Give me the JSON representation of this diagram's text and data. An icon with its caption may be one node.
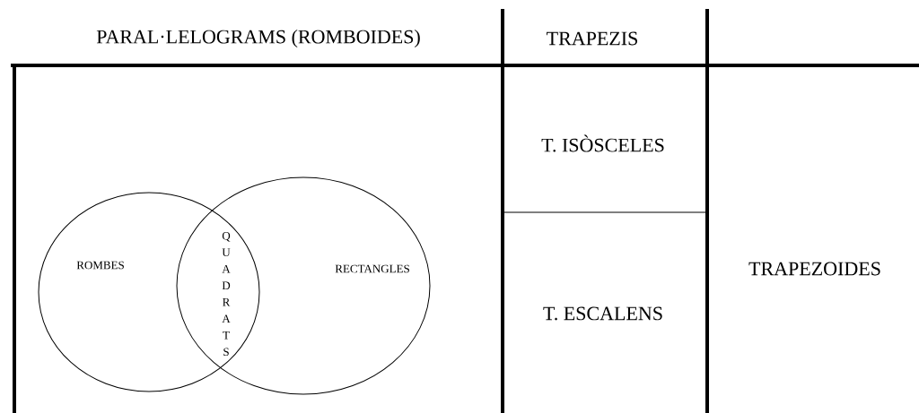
{
  "diagram": {
    "nodes": [
      {
        "text": [
          "ROMBES"
        ]
      },
      {
        "text": [
          "RECTANGLES"
        ]
      }
    ],
    "labels": [
      "PARAL·LELOGRAMS (ROMBOIDES)",
      "TRAPEZIS",
      "QUADRATS",
      "T. ISÒSCELES",
      "T. ESCALENS",
      "TRAPEZOIDES"
    ]
  }
}
